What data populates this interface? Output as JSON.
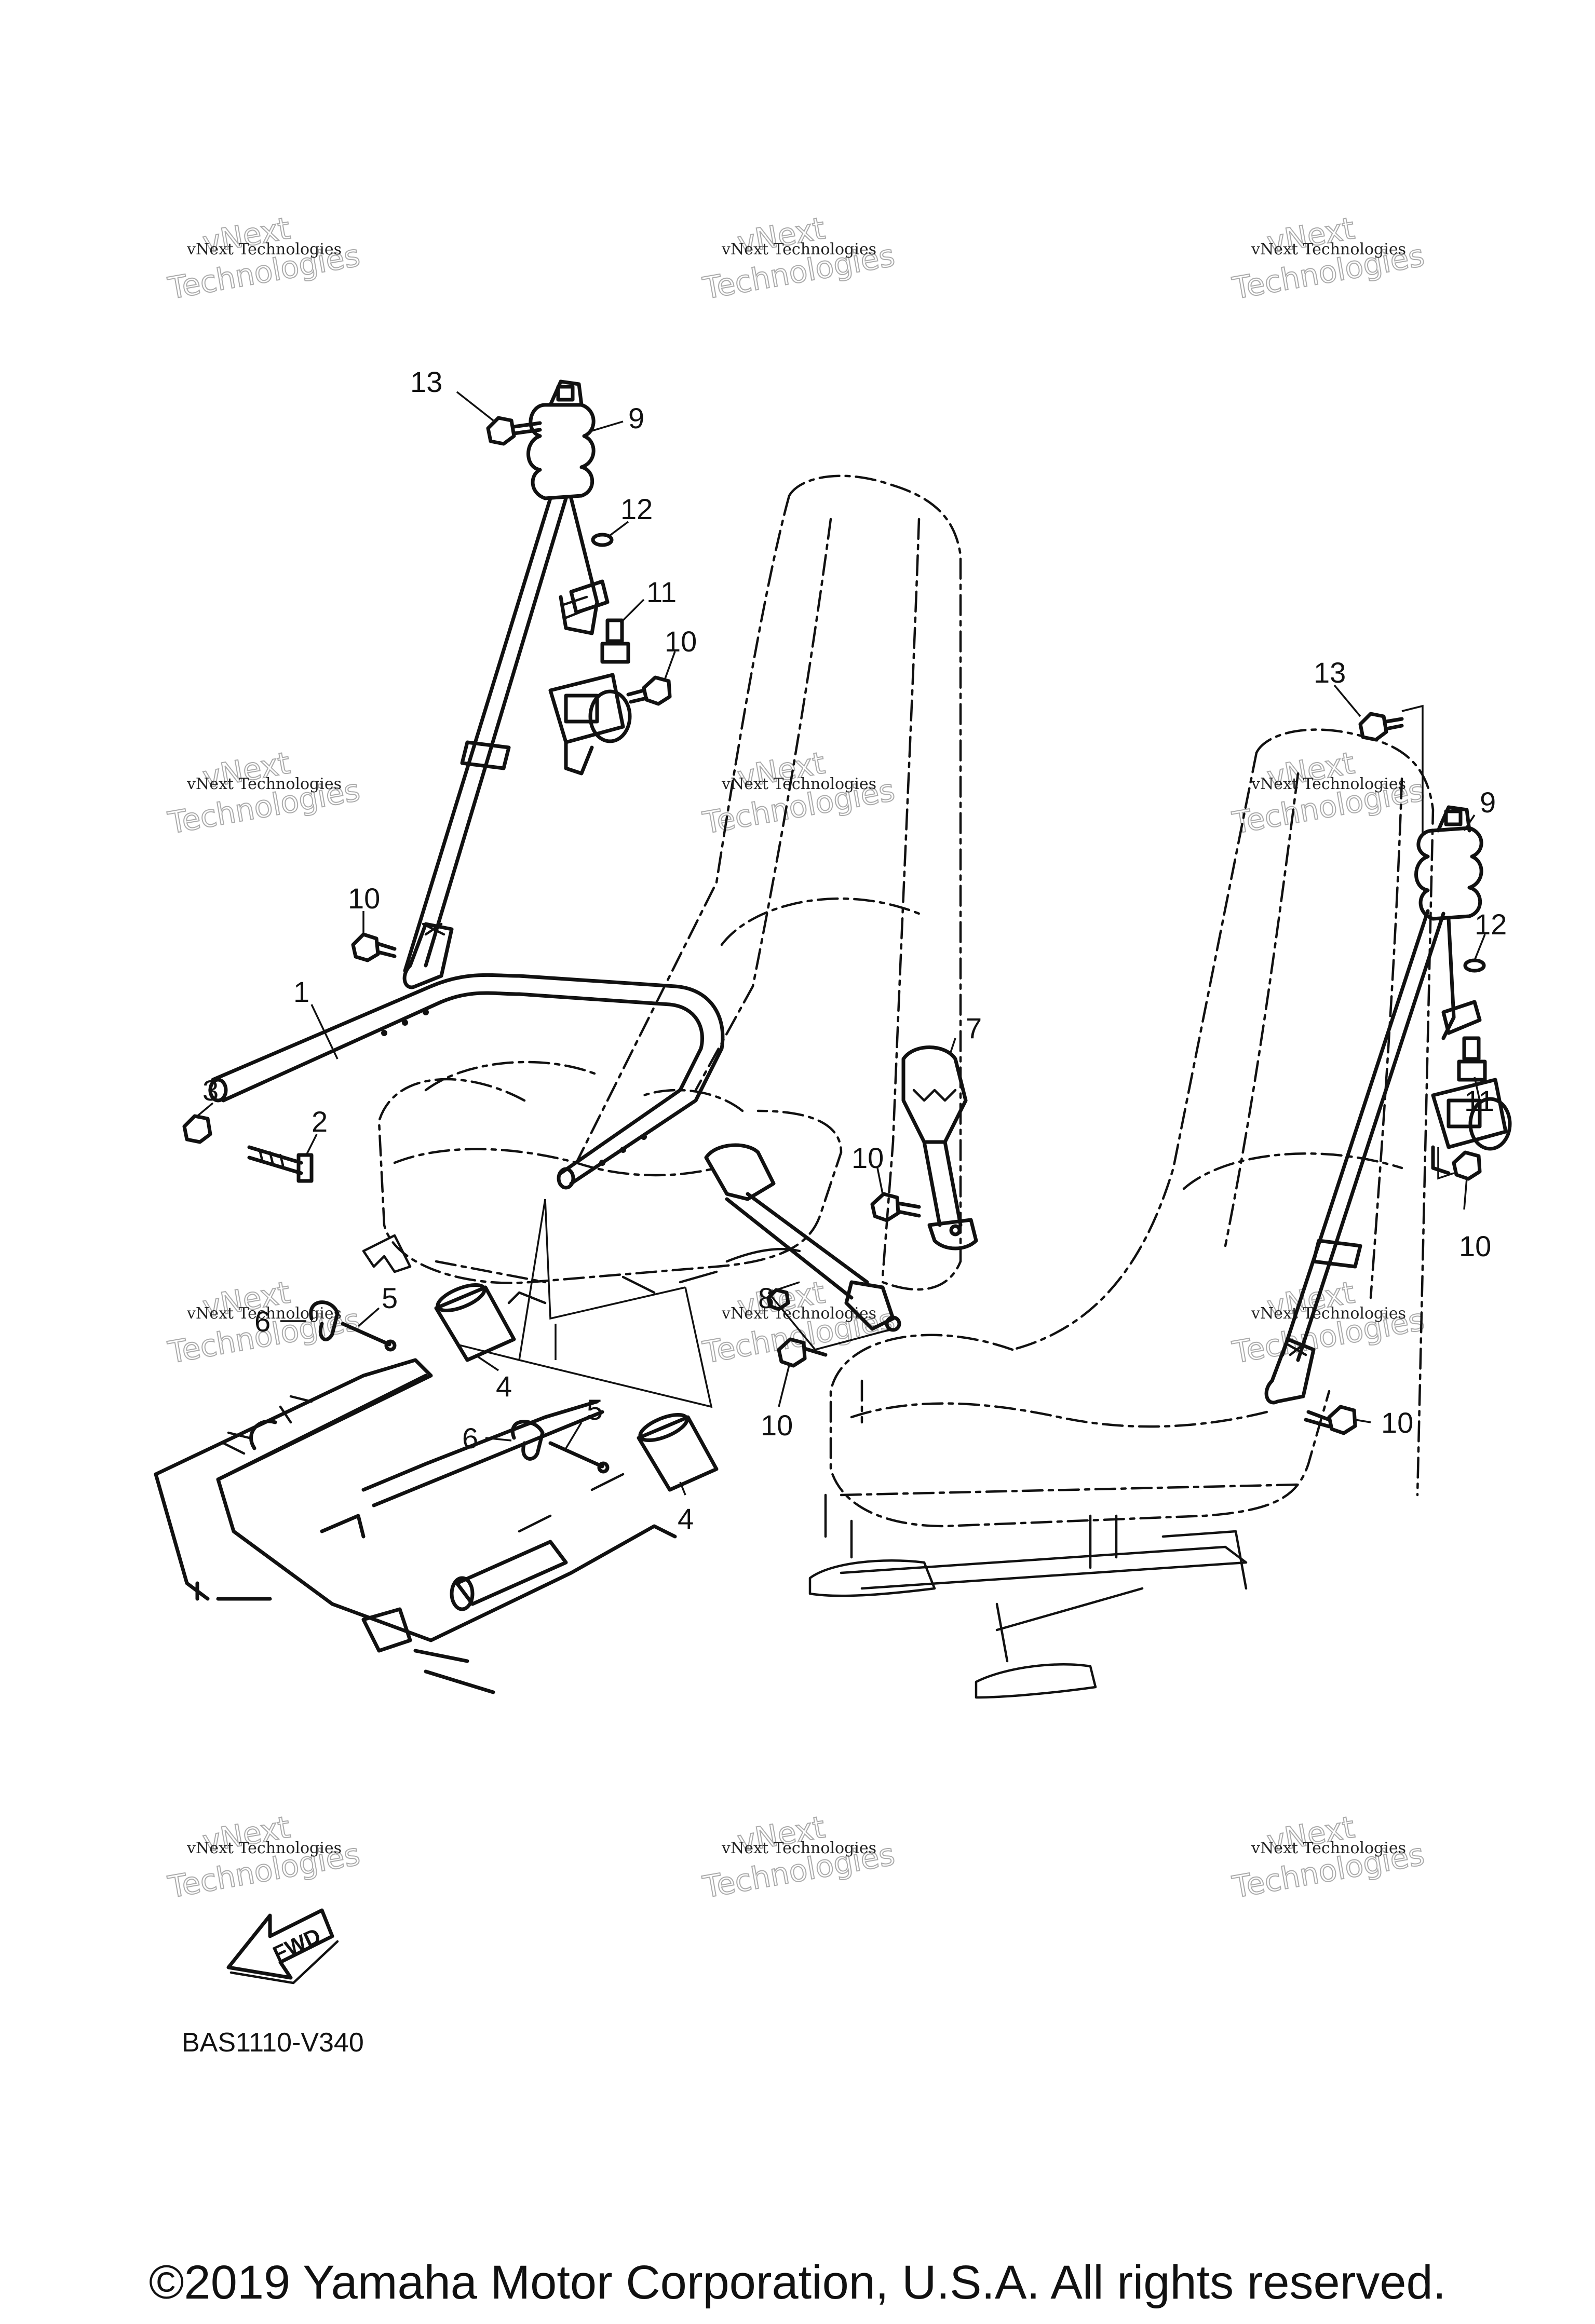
{
  "diagram_code": "BAS1110-V340",
  "copyright": "©2019 Yamaha Motor Corporation, U.S.A. All rights reserved.",
  "fwd_label": "FWD",
  "watermark": {
    "line1": "vNext Technologies",
    "line2": "Technologies",
    "line3": "vNext"
  },
  "callouts": {
    "c1": "1",
    "c2": "2",
    "c3": "3",
    "c4a": "4",
    "c4b": "4",
    "c5a": "5",
    "c5b": "5",
    "c6a": "6",
    "c6b": "6",
    "c7": "7",
    "c8": "8",
    "c9a": "9",
    "c9b": "9",
    "c10a": "10",
    "c10b": "10",
    "c10c": "10",
    "c10d": "10",
    "c10e": "10",
    "c10f": "10",
    "c11a": "11",
    "c11b": "11",
    "c12a": "12",
    "c12b": "12",
    "c13a": "13",
    "c13b": "13"
  }
}
